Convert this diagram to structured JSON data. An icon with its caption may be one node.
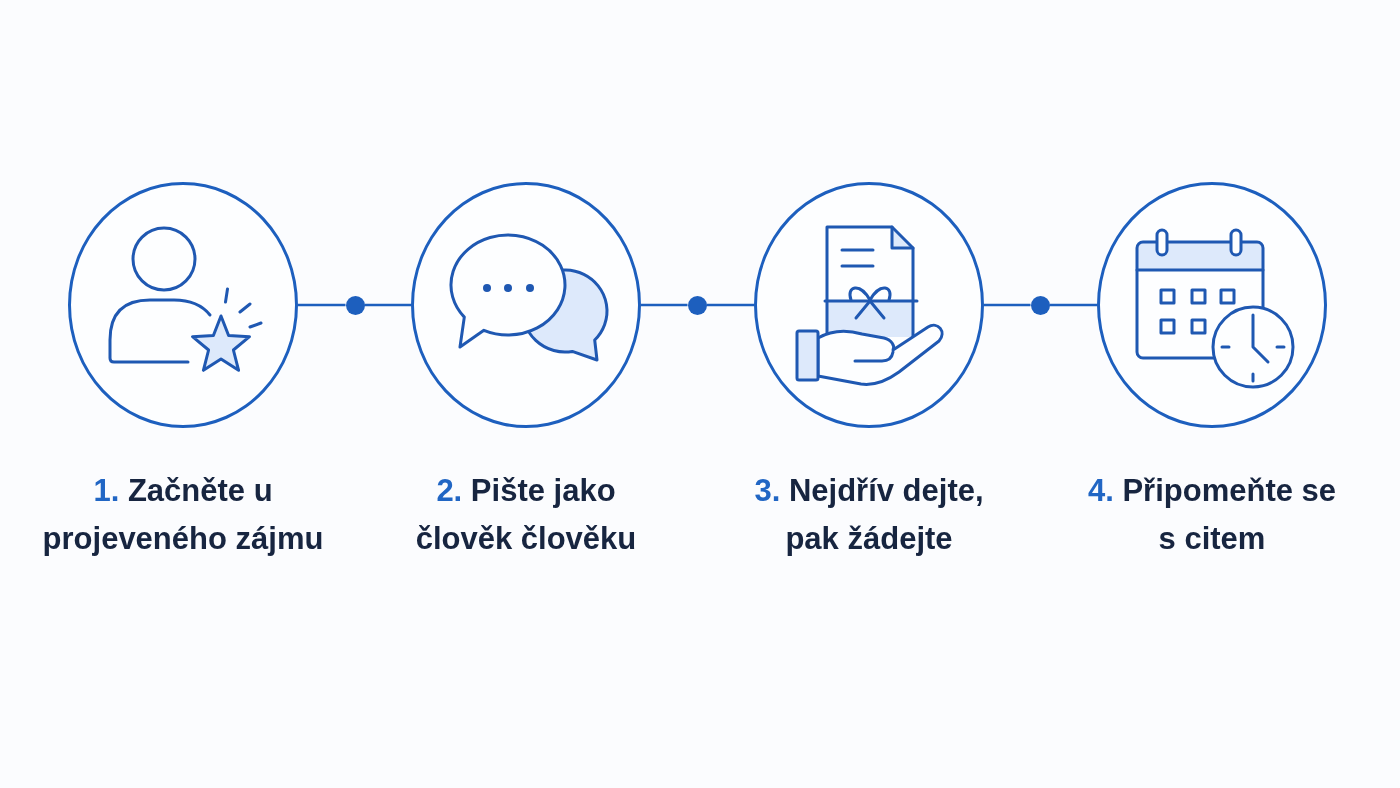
{
  "diagram": {
    "nodes": [
      {
        "text": [
          "1.",
          "Začněte u projeveného zájmu"
        ]
      },
      {
        "text": [],
        "shape": "circle"
      },
      {
        "text": [
          "2.",
          "Pište jako člověk člověku"
        ]
      },
      {
        "text": [],
        "shape": "circle"
      },
      {
        "text": [
          "3.",
          "Nejdřív dejte, pak žádejte"
        ]
      },
      {
        "text": [],
        "shape": "circle"
      },
      {
        "text": [
          "4.",
          "Připomeňte se s citem"
        ]
      }
    ],
    "edges": [
      {
        "from": 0,
        "to": 1,
        "arrow": "none"
      },
      {
        "from": 1,
        "to": 2,
        "arrow": "none"
      },
      {
        "from": 2,
        "to": 3,
        "arrow": "none"
      },
      {
        "from": 3,
        "to": 4,
        "arrow": "none"
      },
      {
        "from": 4,
        "to": 5,
        "arrow": "none"
      },
      {
        "from": 5,
        "to": 6,
        "arrow": "none"
      }
    ]
  }
}
